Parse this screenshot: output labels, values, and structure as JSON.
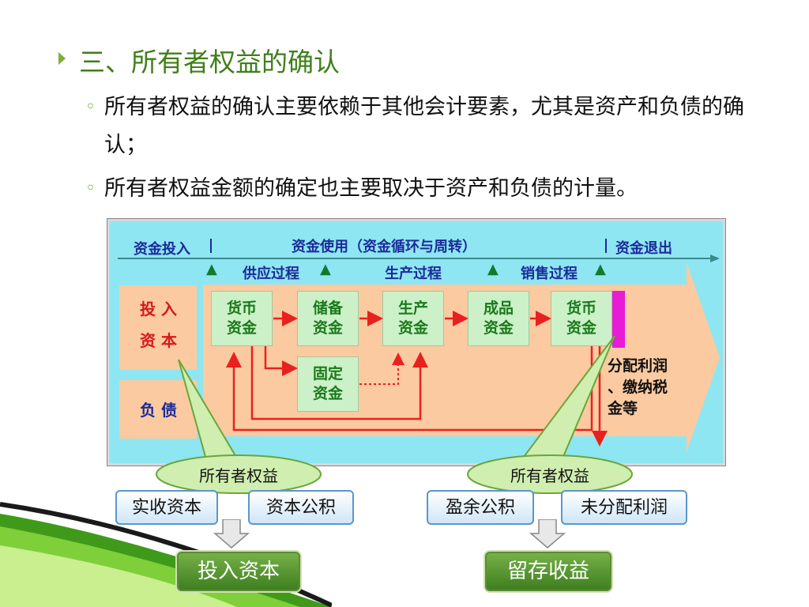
{
  "heading": "三、所有者权益的确认",
  "bullets": [
    {
      "text": "所有者权益的确认主要依赖于其他会计要素，尤其是资产和负债的确认；"
    },
    {
      "text": "所有者权益金额的确定也主要取决于资产和负债的计量。"
    }
  ],
  "diagram": {
    "stage_invest": "资金投入",
    "stage_use": "资金使用（资金循环与周转）",
    "stage_exit": "资金退出",
    "process_supply": "供应过程",
    "process_production": "生产过程",
    "process_sales": "销售过程",
    "source_capital": [
      "投 入",
      "资 本"
    ],
    "source_liability": "负 债",
    "box_money_1": [
      "货币",
      "资金"
    ],
    "box_reserve": [
      "储备",
      "资金"
    ],
    "box_production": [
      "生产",
      "资金"
    ],
    "box_finished": [
      "成品",
      "资金"
    ],
    "box_money_2": [
      "货币",
      "资金"
    ],
    "box_fixed": [
      "固定",
      "资金"
    ],
    "outflow_note": [
      "分配利润",
      "、缴纳税",
      "金等"
    ]
  },
  "callout_left": "所有者权益",
  "callout_right": "所有者权益",
  "items": {
    "paid_in_capital": "实收资本",
    "capital_reserve": "资本公积",
    "surplus_reserve": "盈余公积",
    "undistributed_profit": "未分配利润"
  },
  "results": {
    "invested_capital": "投入资本",
    "retained_earnings": "留存收益"
  },
  "colors": {
    "title_green": "#3f7f1a",
    "diagram_cyan": "#8ee6f2",
    "peach": "#fbcaa0",
    "box_green": "#ccf0c8",
    "flow_red": "#e8211f",
    "button_blue": "#5a97c9",
    "result_green": "#4f9230"
  }
}
